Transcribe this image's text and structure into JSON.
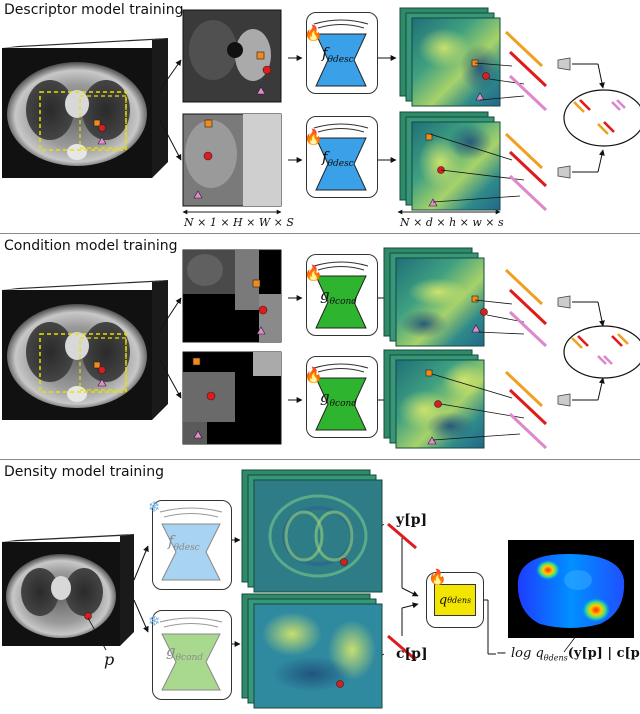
{
  "sections": {
    "descriptor": {
      "title": "Descriptor model training"
    },
    "condition": {
      "title": "Condition model training"
    },
    "density": {
      "title": "Density model training"
    }
  },
  "labels": {
    "patch_dims": "N × 1 × H × W × S",
    "feature_dims": "N × d × h × w × s",
    "f_desc": "f",
    "f_desc_sub": "θdesc",
    "g_cond": "g",
    "g_cond_sub": "θcond",
    "q_dens": "q",
    "q_dens_sub": "θdens",
    "y_p": "y[p]",
    "c_p": "c[p]",
    "point_p": "p",
    "loss": "− log q",
    "loss_sub": "θdens",
    "loss_args": "(y[p] | c[p])"
  },
  "colors": {
    "orange_marker": "#f08a1a",
    "red_marker": "#e01b1b",
    "pink_marker": "#e58ad0",
    "descriptor_net": "#3aa0e8",
    "condition_net": "#2fb42f",
    "frozen_desc_net": "#a9d3f2",
    "frozen_cond_net": "#a8d98e",
    "density_net": "#f2e600",
    "feature_map": "#2f8a6a"
  },
  "icons": [
    "flame-icon",
    "snowflake-icon",
    "square-marker",
    "circle-marker",
    "triangle-marker"
  ]
}
